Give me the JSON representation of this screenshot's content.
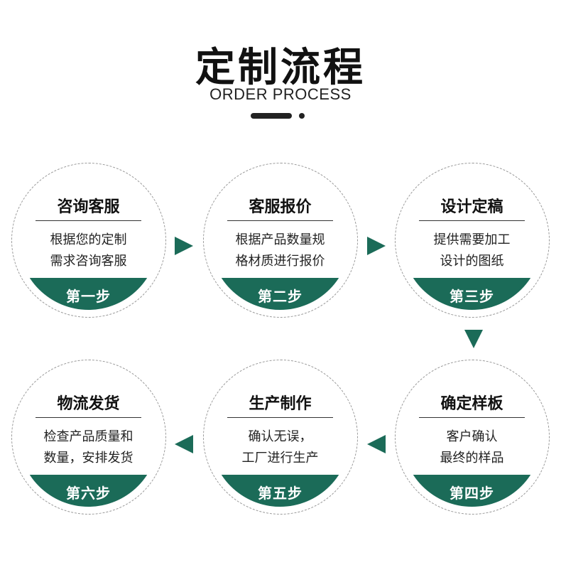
{
  "header": {
    "title": "定制流程",
    "subtitle": "ORDER PROCESS"
  },
  "colors": {
    "accent": "#1b6b58",
    "dashed_border": "#999999",
    "text": "#222222"
  },
  "steps": [
    {
      "title": "咨询客服",
      "desc": [
        "根据您的定制",
        "需求咨询客服"
      ],
      "label": "第一步"
    },
    {
      "title": "客服报价",
      "desc": [
        "根据产品数量规",
        "格材质进行报价"
      ],
      "label": "第二步"
    },
    {
      "title": "设计定稿",
      "desc": [
        "提供需要加工",
        "设计的图纸"
      ],
      "label": "第三步"
    },
    {
      "title": "确定样板",
      "desc": [
        "客户确认",
        "最终的样品"
      ],
      "label": "第四步"
    },
    {
      "title": "生产制作",
      "desc": [
        "确认无误，",
        "工厂进行生产"
      ],
      "label": "第五步"
    },
    {
      "title": "物流发货",
      "desc": [
        "检查产品质量和",
        "数量，安排发货"
      ],
      "label": "第六步"
    }
  ],
  "arrows": [
    {
      "icon": "arrow-right-icon"
    },
    {
      "icon": "arrow-right-icon"
    },
    {
      "icon": "arrow-down-icon"
    },
    {
      "icon": "arrow-left-icon"
    },
    {
      "icon": "arrow-left-icon"
    }
  ]
}
